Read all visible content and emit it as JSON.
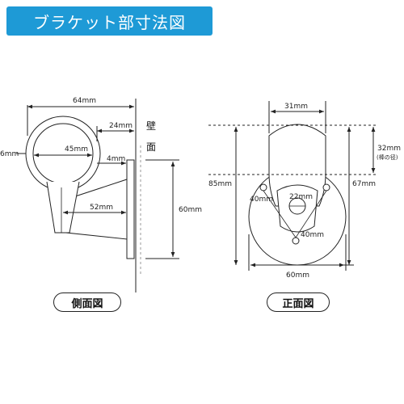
{
  "header": {
    "title": "ブラケット部寸法図",
    "bg_color": "#1e9ad6"
  },
  "side_view": {
    "label": "側面図",
    "wall_label_top": "壁",
    "wall_label_bottom": "面",
    "dimensions": {
      "overall_width": "64mm",
      "center_to_wall": "24mm",
      "tube_diameter": "45mm",
      "offset": "4mm",
      "arm_length": "52mm",
      "plate_height": "60mm",
      "left_partial": "6mm"
    }
  },
  "front_view": {
    "label": "正面図",
    "dimensions": {
      "top_width": "31mm",
      "hole_height": "32mm",
      "hole_note": "(棒の径)",
      "overall_height": "85mm",
      "plate_height": "67mm",
      "screw_left": "40mm",
      "screw_right": "40mm",
      "screw_center": "22mm",
      "plate_width": "60mm"
    }
  }
}
